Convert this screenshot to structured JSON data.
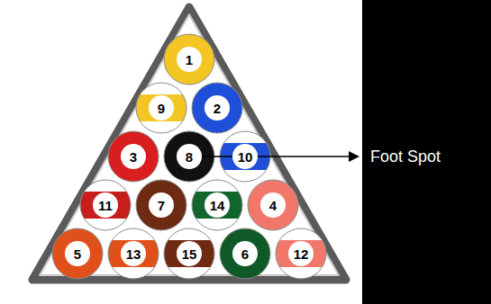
{
  "diagram": {
    "nodes": [
      {
        "text": [
          "1"
        ]
      },
      {
        "text": [
          "9"
        ]
      },
      {
        "text": [
          "2"
        ]
      },
      {
        "text": [
          "3"
        ]
      },
      {
        "text": [
          "8"
        ]
      },
      {
        "text": [
          "10"
        ]
      },
      {
        "text": [
          "11"
        ]
      },
      {
        "text": [
          "7"
        ]
      },
      {
        "text": [
          "14"
        ]
      },
      {
        "text": [
          "4"
        ]
      },
      {
        "text": [
          "5"
        ]
      },
      {
        "text": [
          "13"
        ]
      },
      {
        "text": [
          "15"
        ]
      },
      {
        "text": [
          "6"
        ]
      },
      {
        "text": [
          "12"
        ]
      }
    ],
    "labels": [
      "Foot Spot"
    ]
  }
}
